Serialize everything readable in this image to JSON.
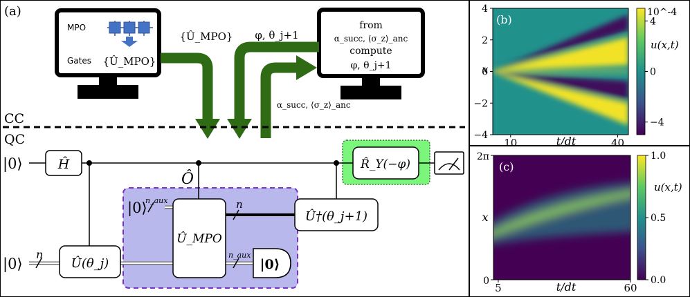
{
  "panel_a": {
    "label": "(a)",
    "cc_label": "CC",
    "qc_label": "QC",
    "monitor_left": {
      "mpo": "MPO",
      "gates": "Gates",
      "gate_set": "{Û_MPO}"
    },
    "monitor_right": {
      "line1": "from",
      "line2": "α_succ, ⟨σ_z⟩_anc",
      "line3": "compute",
      "line4": "φ, θ_j+1"
    },
    "arrow_labels": {
      "umpo": "{Û_MPO}",
      "phi_theta": "φ, θ_j+1",
      "alpha_sigma": "α_succ, ⟨σ_z⟩_anc"
    },
    "circuit": {
      "ket0": "|0⟩",
      "n": "n",
      "n_aux": "n_aux",
      "hadamard": "Ĥ",
      "observable": "Ô",
      "u_theta_j": "Û(θ_j)",
      "u_mpo": "Û_MPO",
      "u_dagger": "Û†(θ_j+1)",
      "ry": "R̂_Y(−φ)",
      "ket0_bold": "|0⟩"
    }
  },
  "chart_data": [
    {
      "type": "heatmap",
      "panel_label": "(b)",
      "xlabel": "t/dt",
      "ylabel": "x",
      "colorbar_label": "u(x,t)",
      "colorbar_exponent": "10^-4",
      "x_ticks": [
        10,
        40
      ],
      "xlim": [
        5,
        43
      ],
      "y_ticks": [
        -4,
        -2,
        0,
        2,
        4
      ],
      "ylim": [
        -4,
        4
      ],
      "colorbar_ticks": [
        "4",
        "0",
        "−4"
      ],
      "clim": [
        -5,
        5
      ],
      "colormap": "viridis"
    },
    {
      "type": "heatmap",
      "panel_label": "(c)",
      "xlabel": "t/dt",
      "ylabel": "x",
      "colorbar_label": "u(x,t)",
      "x_ticks": [
        5,
        60
      ],
      "xlim": [
        3,
        60
      ],
      "y_ticks": [
        "0",
        "2π"
      ],
      "colorbar_ticks": [
        "1.0",
        "0.5",
        "0.0"
      ],
      "clim": [
        0,
        1
      ],
      "colormap": "viridis"
    }
  ]
}
